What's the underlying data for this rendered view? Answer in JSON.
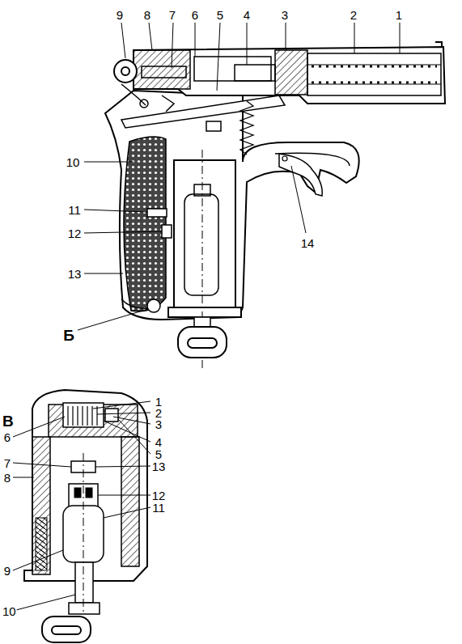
{
  "diagram": {
    "labels": [
      "9",
      "8",
      "7",
      "6",
      "5",
      "4",
      "3",
      "2",
      "1",
      "10",
      "11",
      "12",
      "13",
      "Б",
      "14",
      "1",
      "2",
      "В",
      "3",
      "6",
      "4",
      "5",
      "7",
      "13",
      "8",
      "12",
      "11",
      "9",
      "10"
    ]
  }
}
